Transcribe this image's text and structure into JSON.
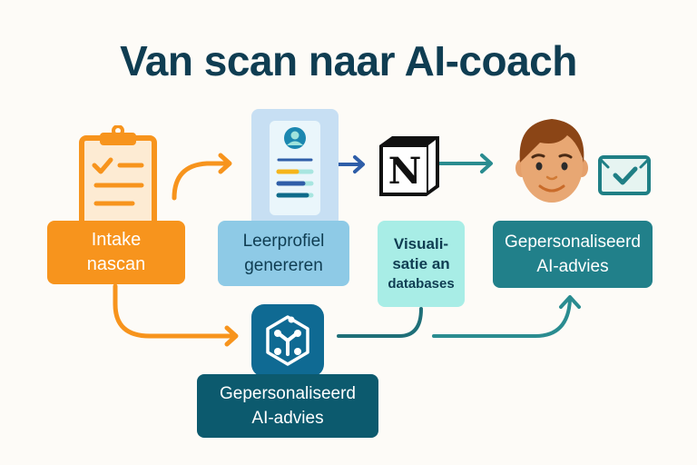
{
  "title": "Van scan naar AI-coach",
  "steps": [
    {
      "id": "intake",
      "line1": "Intake",
      "line2": "nascan",
      "icon": "clipboard-checklist-icon",
      "color": "#f7941d"
    },
    {
      "id": "leerprofiel",
      "line1": "Leerprofiel",
      "line2": "genereren",
      "icon": "profile-card-icon",
      "color": "#8ecae6"
    },
    {
      "id": "visualisatie",
      "line1": "Visuali-",
      "line2": "satie an",
      "line3": "databases",
      "icon": "notion-logo-icon",
      "color": "#a8ede6"
    },
    {
      "id": "advies-top",
      "line1": "Gepersonaliseerd",
      "line2": "AI-advies",
      "icon": "student-face-icon",
      "color": "#21808a"
    },
    {
      "id": "advies-bottom",
      "line1": "Gepersonaliseerd",
      "line2": "AI-advies",
      "icon": "ai-hexagon-icon",
      "color": "#0c5a6e"
    }
  ],
  "extra_icons": [
    "envelope-check-icon"
  ]
}
